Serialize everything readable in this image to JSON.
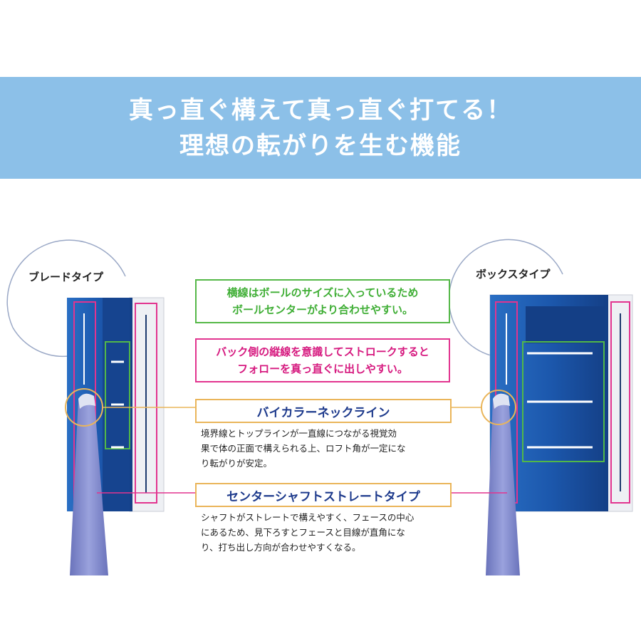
{
  "banner": {
    "line1": "真っ直ぐ構えて真っ直ぐ打てる！",
    "line2": "理想の転がりを生む機能",
    "color": "#8cc0e8"
  },
  "left_putter": {
    "label": "ブレードタイプ"
  },
  "right_putter": {
    "label": "ボックスタイプ"
  },
  "notes": {
    "green": [
      "横線はボールのサイズに入っているため",
      "ボールセンターがより合わせやすい。"
    ],
    "pink": [
      "バック側の縦線を意識してストロークすると",
      "フォローを真っ直ぐに出しやすい。"
    ]
  },
  "features": [
    {
      "title": "バイカラーネックライン",
      "desc": [
        "境界線とトップラインが一直線につながる視覚効",
        "果で体の正面で構えられる上、ロフト角が一定にな",
        "り転がりが安定。"
      ]
    },
    {
      "title": "センターシャフトストレートタイプ",
      "desc": [
        "シャフトがストレートで構えやすく、フェースの中心",
        "にあるため、見下ろすとフェースと目線が直角にな",
        "り、打ち出し方向が合わせやすくなる。"
      ]
    }
  ],
  "colors": {
    "green": "#55b848",
    "pink": "#e2348f",
    "orange": "#eab55a",
    "putter_blue": "#1f5fb5",
    "shaft": "#7d86c9"
  }
}
